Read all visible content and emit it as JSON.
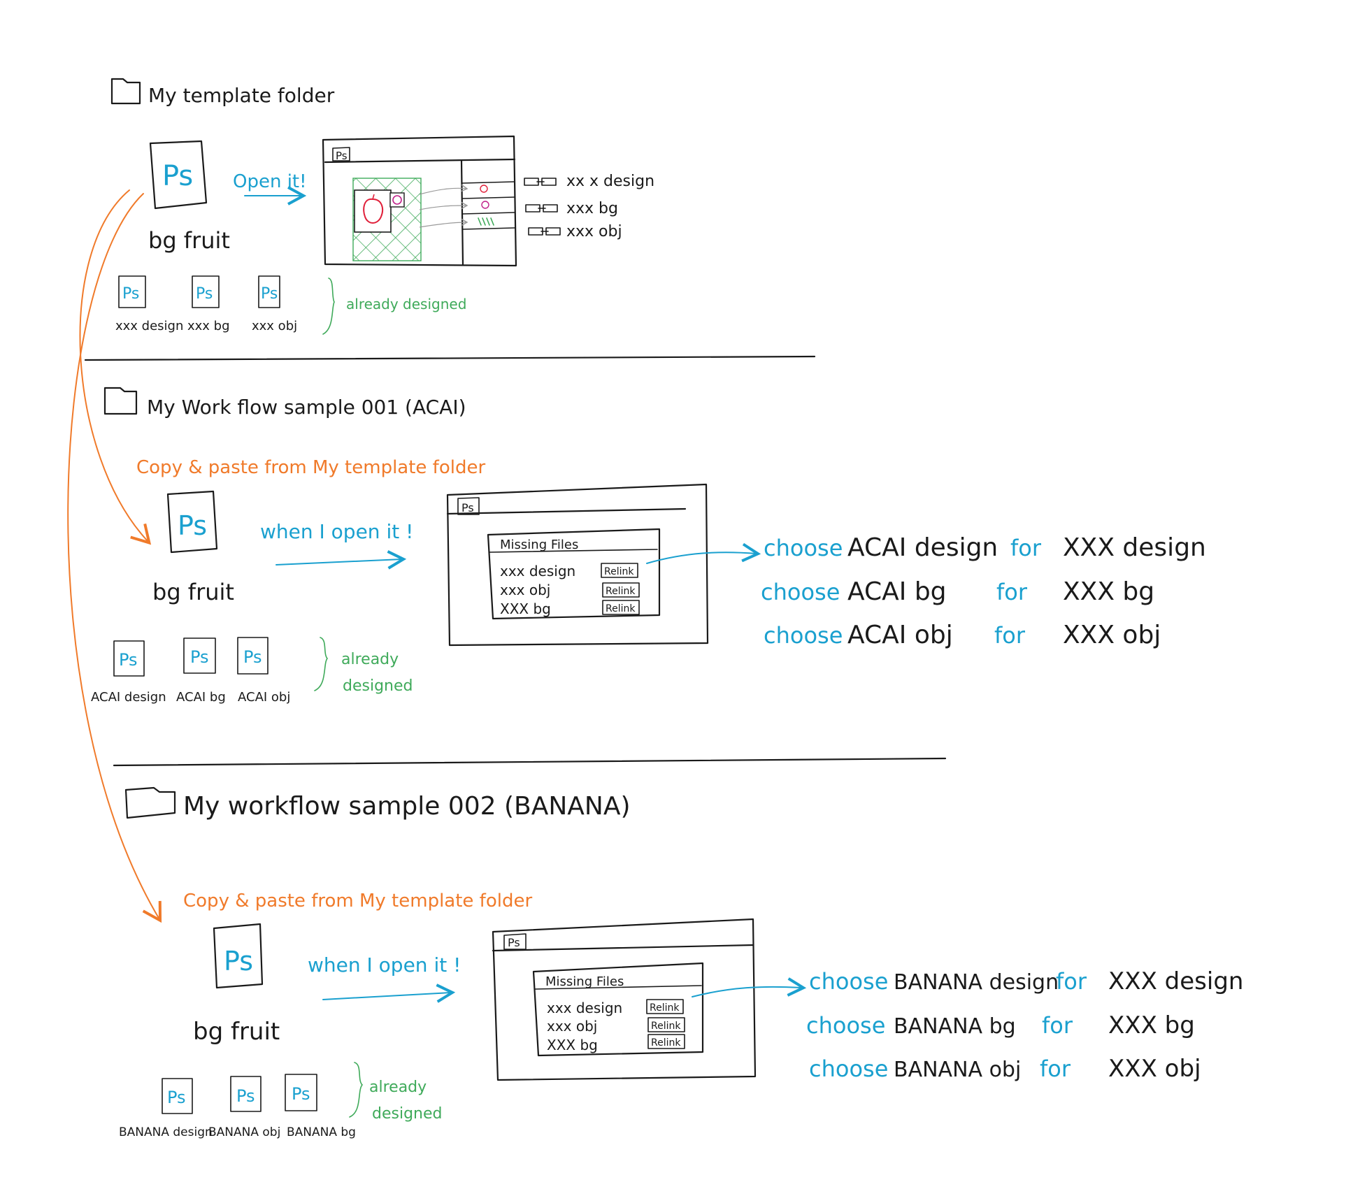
{
  "template": {
    "folder_title": "My template folder",
    "open_label": "Open it!",
    "main_file_icon": "Ps",
    "main_file_name": "bg fruit",
    "small_files": [
      {
        "icon": "Ps",
        "name": "xxx design"
      },
      {
        "icon": "Ps",
        "name": "xxx bg"
      },
      {
        "icon": "Ps",
        "name": "xxx obj"
      }
    ],
    "already_label": "already designed",
    "ps_tag": "Ps",
    "layers": [
      "xx x design",
      "xxx bg",
      "xxx obj"
    ]
  },
  "acai": {
    "folder_title": "My Work flow sample 001 (ACAI)",
    "copy_label": "Copy & paste from My template folder",
    "open_label": "when I open it !",
    "main_file_icon": "Ps",
    "main_file_name": "bg fruit",
    "small_files": [
      {
        "icon": "Ps",
        "name": "ACAI design"
      },
      {
        "icon": "Ps",
        "name": "ACAI bg"
      },
      {
        "icon": "Ps",
        "name": "ACAI obj"
      }
    ],
    "already_label_1": "already",
    "already_label_2": "designed",
    "ps_tag": "Ps",
    "dialog_title": "Missing Files",
    "dialog_rows": [
      {
        "file": "xxx design",
        "action": "Relink"
      },
      {
        "file": "xxx obj",
        "action": "Relink"
      },
      {
        "file": "XXX bg",
        "action": "Relink"
      }
    ],
    "choices": [
      {
        "verb": "choose",
        "source": "ACAI design",
        "prep": "for",
        "target": "XXX design"
      },
      {
        "verb": "choose",
        "source": "ACAI bg",
        "prep": "for",
        "target": "XXX bg"
      },
      {
        "verb": "choose",
        "source": "ACAI obj",
        "prep": "for",
        "target": "XXX obj"
      }
    ]
  },
  "banana": {
    "folder_title": "My workflow sample 002 (BANANA)",
    "copy_label": "Copy & paste from My template folder",
    "open_label": "when I open it !",
    "main_file_icon": "Ps",
    "main_file_name": "bg fruit",
    "small_files": [
      {
        "icon": "Ps",
        "name": "BANANA design"
      },
      {
        "icon": "Ps",
        "name": "BANANA obj"
      },
      {
        "icon": "Ps",
        "name": "BANANA bg"
      }
    ],
    "already_label_1": "already",
    "already_label_2": "designed",
    "ps_tag": "Ps",
    "dialog_title": "Missing Files",
    "dialog_rows": [
      {
        "file": "xxx design",
        "action": "Relink"
      },
      {
        "file": "xxx obj",
        "action": "Relink"
      },
      {
        "file": "XXX bg",
        "action": "Relink"
      }
    ],
    "choices": [
      {
        "verb": "choose",
        "source": "BANANA design",
        "prep": "for",
        "target": "XXX design"
      },
      {
        "verb": "choose",
        "source": "BANANA bg",
        "prep": "for",
        "target": "XXX bg"
      },
      {
        "verb": "choose",
        "source": "BANANA obj",
        "prep": "for",
        "target": "XXX obj"
      }
    ]
  },
  "colors": {
    "ink": "#1a1a1a",
    "accent_blue": "#1aa0cf",
    "accent_orange": "#f07a2a",
    "accent_green": "#3faa5a",
    "accent_red": "#e0203a",
    "accent_magenta": "#c0208a"
  }
}
